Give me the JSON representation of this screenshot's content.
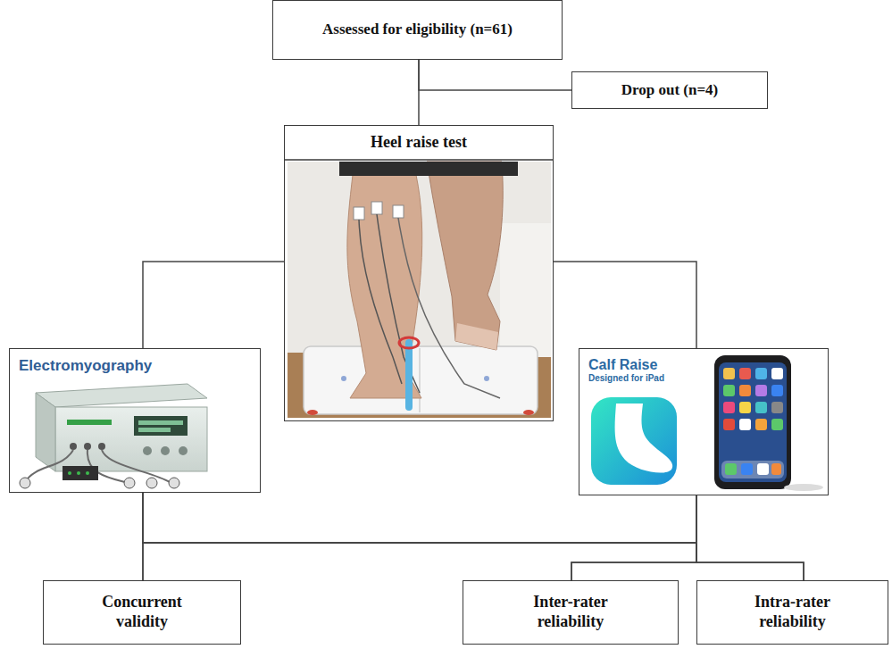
{
  "diagram": {
    "nodes": [
      {
        "text": [
          "Assessed for eligibility (n=61)"
        ]
      },
      {
        "text": [
          "Drop out (n=4)"
        ]
      },
      {
        "text": [
          "Heel raise test"
        ]
      },
      {
        "text": [
          "Electromyography"
        ]
      },
      {
        "text": [
          "Calf Raise",
          "Designed for iPad"
        ]
      },
      {
        "text": [
          "Concurrent validity"
        ]
      },
      {
        "text": [
          "Inter-rater reliability"
        ]
      },
      {
        "text": [
          "Intra-rater reliability"
        ]
      }
    ],
    "edges": [
      {
        "from": 0,
        "to": 1,
        "arrow": "none"
      },
      {
        "from": 0,
        "to": 2,
        "arrow": "none"
      },
      {
        "from": 2,
        "to": 3,
        "arrow": "none"
      },
      {
        "from": 2,
        "to": 4,
        "arrow": "none"
      },
      {
        "from": 3,
        "to": 5,
        "arrow": "none"
      },
      {
        "from": 4,
        "to": 5,
        "arrow": "none"
      },
      {
        "from": 3,
        "to": 6,
        "arrow": "none"
      },
      {
        "from": 3,
        "to": 7,
        "arrow": "none"
      },
      {
        "from": 4,
        "to": 6,
        "arrow": "none"
      },
      {
        "from": 4,
        "to": 7,
        "arrow": "none"
      }
    ]
  }
}
